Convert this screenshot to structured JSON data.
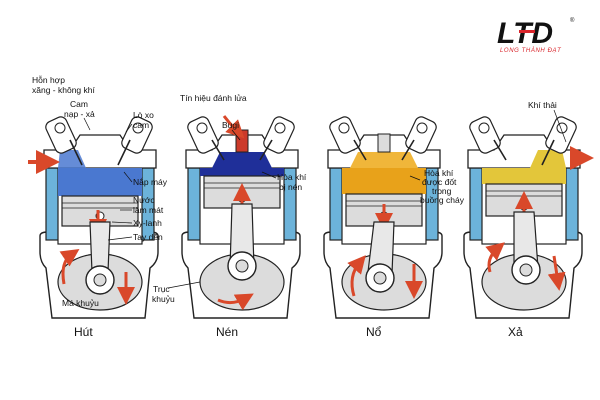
{
  "logo": {
    "mark": "LTD",
    "registered": "®",
    "tagline": "LONG THÀNH ĐẠT",
    "accent": "#d9252b"
  },
  "stages": [
    {
      "name": "Hút",
      "charge_color": "#4a78d0"
    },
    {
      "name": "Nén",
      "charge_color": "#1f2f99"
    },
    {
      "name": "Nổ",
      "charge_color": "#e8a21a"
    },
    {
      "name": "Xả",
      "charge_color": "#e3c63a"
    }
  ],
  "labels": {
    "intake_mix_1": "Hỗn hợp",
    "intake_mix_2": "xăng - không khí",
    "cam_1": "Cam",
    "cam_2": "nạp - xả",
    "spring_1": "Lò xo",
    "spring_2": "cam",
    "cylinder_head": "Nắp máy",
    "coolant_1": "Nước",
    "coolant_2": "làm mát",
    "cylinder": "Xy-lanh",
    "rod": "Tay dên",
    "crank_web": "Má khuỷu",
    "ignition_signal": "Tín hiệu đánh lửa",
    "spark_plug": "Bugi",
    "compressed_1": "Hòa khí",
    "compressed_2": "bị nén",
    "crankshaft_1": "Trục",
    "crankshaft_2": "khuỷu",
    "burn_1": "Hòa khí",
    "burn_2": "được đốt",
    "burn_3": "trong",
    "burn_4": "buồng cháy",
    "exhaust": "Khí thải"
  },
  "colors": {
    "water_jacket": "#6cb3da",
    "engine_outline": "#222222",
    "arrow_red": "#d9482a",
    "metal": "#dcdcdc",
    "background": "#ffffff"
  }
}
